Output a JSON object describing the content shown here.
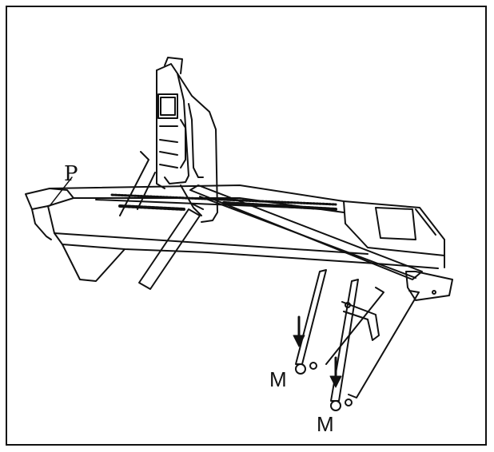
{
  "diagram": {
    "callouts": {
      "p": "P",
      "m_left": "M",
      "m_right": "M"
    },
    "arrows": [
      "down-arrow-icon",
      "down-arrow-icon"
    ],
    "colors": {
      "line": "#111111",
      "background": "#ffffff"
    }
  }
}
